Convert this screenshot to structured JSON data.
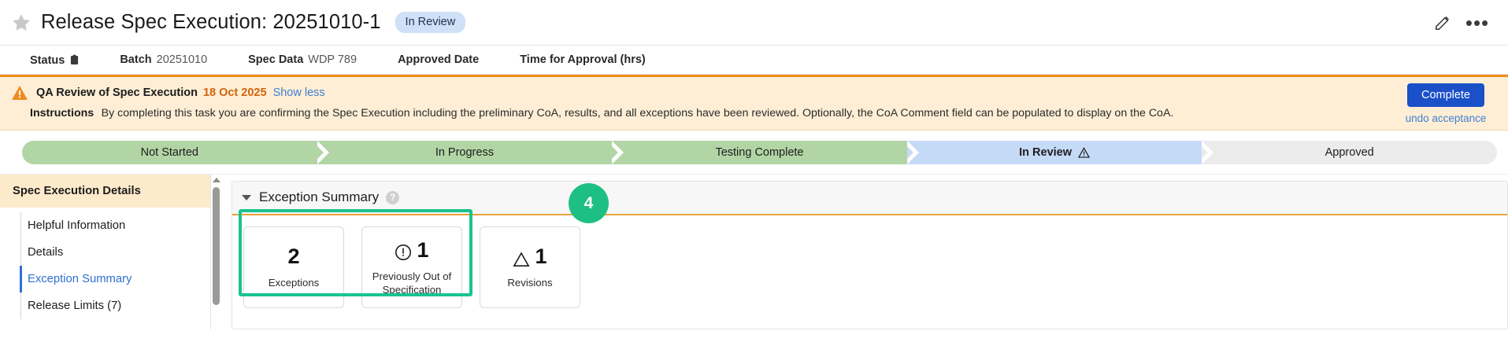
{
  "header": {
    "star_icon": "star-icon",
    "title": "Release Spec Execution: 20251010-1",
    "status_badge": "In Review",
    "edit_icon": "pencil-icon",
    "more_icon": "ellipsis-icon"
  },
  "meta": [
    {
      "label": "Status",
      "value": "",
      "icon": "clipboard-icon"
    },
    {
      "label": "Batch",
      "value": "20251010"
    },
    {
      "label": "Spec Data",
      "value": "WDP 789"
    },
    {
      "label": "Approved Date",
      "value": ""
    },
    {
      "label": "Time for Approval (hrs)",
      "value": ""
    }
  ],
  "banner": {
    "warning_icon": "warning-triangle-icon",
    "title": "QA Review of Spec Execution",
    "date": "18 Oct 2025",
    "toggle_link": "Show less",
    "instructions_label": "Instructions",
    "instructions_text": "By completing this task you are confirming the Spec Execution including the preliminary CoA, results, and all exceptions have been reviewed. Optionally, the CoA Comment field can be populated to display on the CoA.",
    "complete_button": "Complete",
    "undo_link": "undo acceptance",
    "accent_color": "#f08c1b",
    "button_color": "#1a50c8"
  },
  "stepper": {
    "steps": [
      {
        "label": "Not Started",
        "state": "done"
      },
      {
        "label": "In Progress",
        "state": "done"
      },
      {
        "label": "Testing Complete",
        "state": "done"
      },
      {
        "label": "In Review",
        "state": "current",
        "icon": "warning-triangle-icon"
      },
      {
        "label": "Approved",
        "state": "todo"
      }
    ],
    "done_color": "#b2d5a5",
    "current_color": "#c5daf7",
    "todo_color": "#ececec"
  },
  "sidebar": {
    "header": "Spec Execution Details",
    "items": [
      {
        "label": "Helpful Information",
        "active": false
      },
      {
        "label": "Details",
        "active": false
      },
      {
        "label": "Exception Summary",
        "active": true
      },
      {
        "label": "Release Limits (7)",
        "active": false
      }
    ]
  },
  "panel": {
    "title": "Exception Summary",
    "help_icon": "help-icon",
    "caret_icon": "caret-down-icon",
    "cards": [
      {
        "value": "2",
        "label": "Exceptions",
        "icon": null
      },
      {
        "value": "1",
        "label": "Previously Out of Specification",
        "icon": "exclamation-circle-icon"
      },
      {
        "value": "1",
        "label": "Revisions",
        "icon": "warning-triangle-icon"
      }
    ]
  },
  "annotation": {
    "badge_number": "4",
    "highlight_color": "#18c391",
    "badge_color": "#1dbf84"
  }
}
